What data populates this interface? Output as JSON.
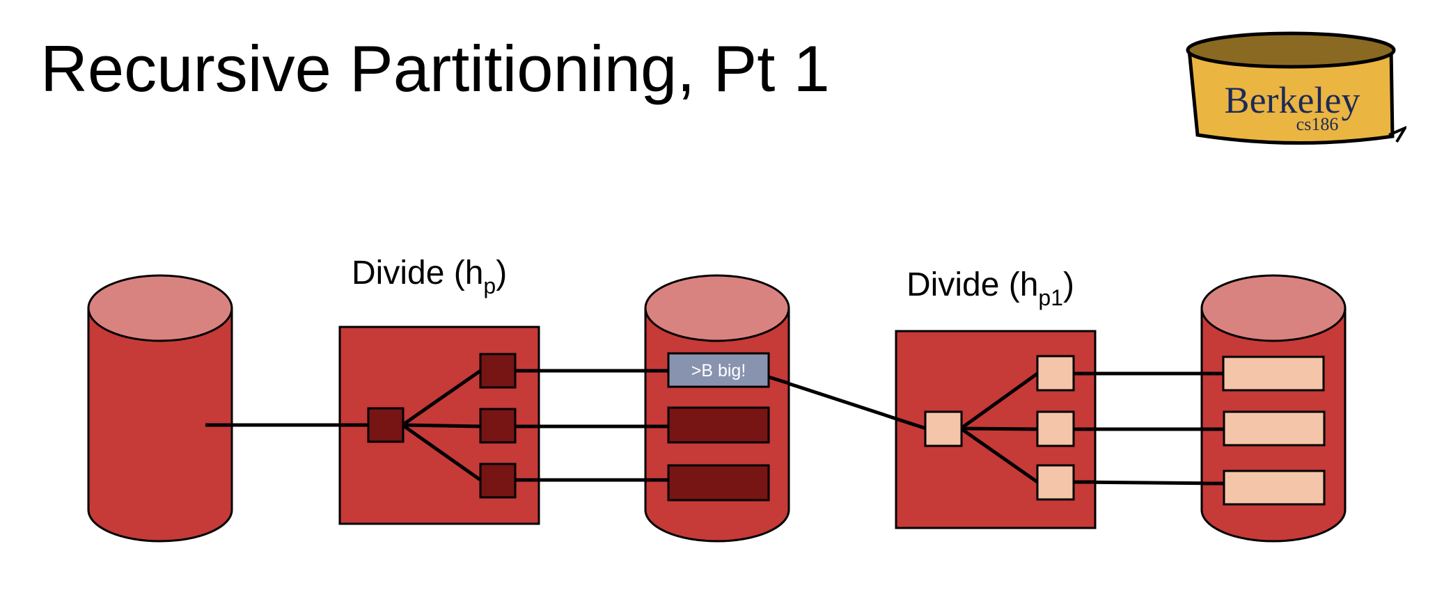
{
  "slide": {
    "title": "Recursive Partitioning, Pt 1"
  },
  "logo": {
    "word": "Berkeley",
    "course": "cs186"
  },
  "diagram": {
    "stage1_label": {
      "text": "Divide (h",
      "sub": "p",
      "close": ")"
    },
    "stage2_label": {
      "text": "Divide (h",
      "sub": "p1",
      "close": ")"
    },
    "oversize_partition_label": ">B big!"
  },
  "colors": {
    "disk_body": "#c63a38",
    "disk_top": "#d98380",
    "dark_partition": "#771414",
    "light_partition": "#f4c5a8",
    "oversize_partition": "#8893b0",
    "logo_fill": "#ebb542",
    "logo_top": "#8a6a22"
  }
}
